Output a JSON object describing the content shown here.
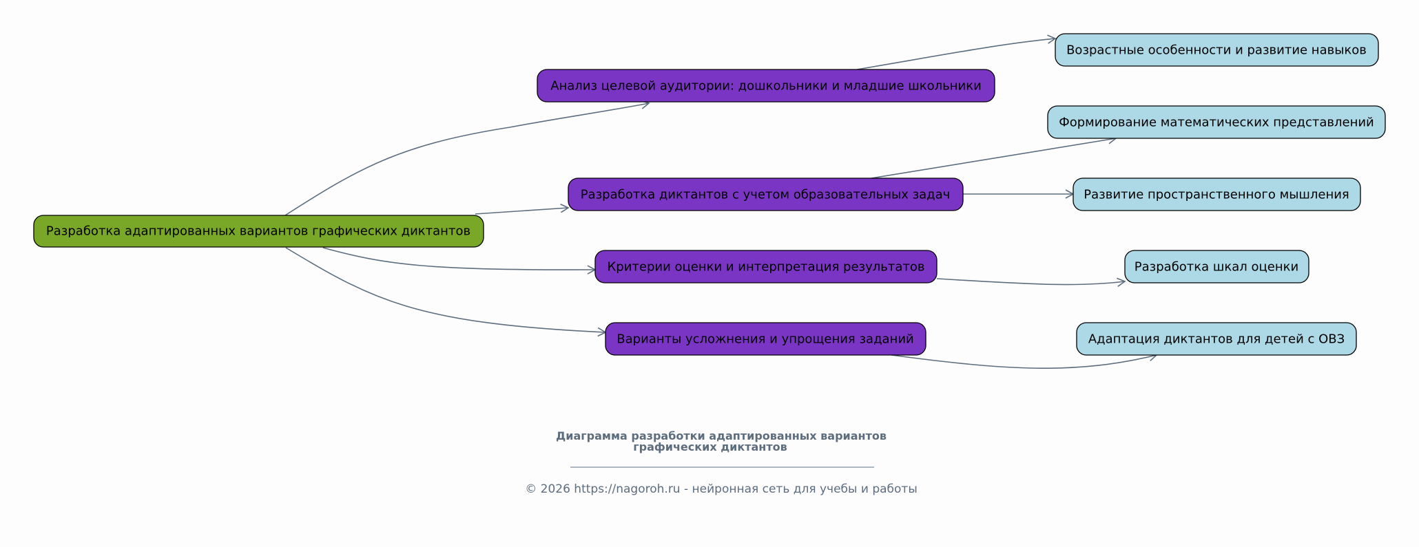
{
  "colors": {
    "root": "#79a829",
    "branch": "#7b35c5",
    "leaf": "#add8e6",
    "edge": "#5d6d7e",
    "text_muted": "#5d6d7e"
  },
  "root": {
    "label": "Разработка адаптированных вариантов графических диктантов"
  },
  "branches": [
    {
      "label": "Анализ целевой аудитории: дошкольники и младшие школьники"
    },
    {
      "label": "Разработка диктантов с учетом образовательных задач"
    },
    {
      "label": "Критерии оценки и интерпретация результатов"
    },
    {
      "label": "Варианты усложнения и упрощения заданий"
    }
  ],
  "leaves": [
    {
      "label": "Возрастные особенности и развитие навыков"
    },
    {
      "label": "Формирование математических представлений"
    },
    {
      "label": "Развитие пространственного мышления"
    },
    {
      "label": "Разработка шкал оценки"
    },
    {
      "label": "Адаптация диктантов для детей с ОВЗ"
    }
  ],
  "caption": {
    "title_line1": "Диаграмма разработки адаптированных вариантов",
    "title_line2": "графических диктантов",
    "copyright": "© 2026 https://nagoroh.ru - нейронная сеть для учебы и работы"
  }
}
